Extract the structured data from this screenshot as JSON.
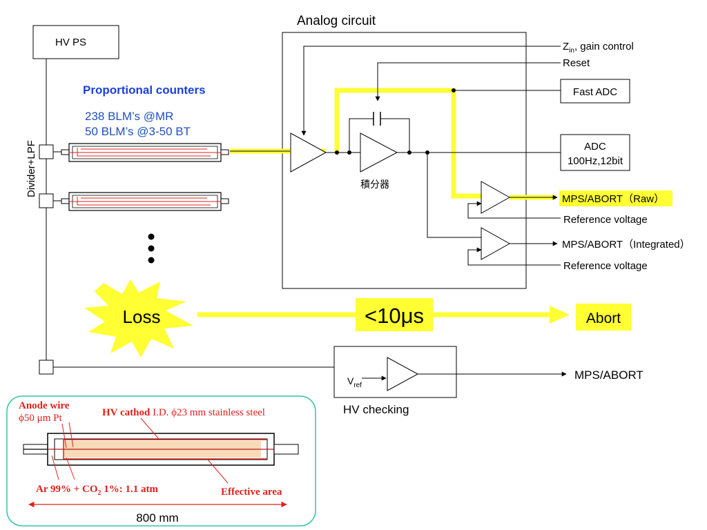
{
  "hv_ps": "HV PS",
  "divider_lpf": "Divider+LPF",
  "proportional_counters": "Proportional counters",
  "blm_mr": "238 BLM’s @MR",
  "blm_bt": "50 BLM’s @3-50 BT",
  "analog_circuit": "Analog circuit",
  "zin_main": "Z",
  "zin_sub": "in",
  "zin_rest": ", gain control",
  "reset": "Reset",
  "fast_adc": "Fast ADC",
  "adc_line1": "ADC",
  "adc_line2": "100Hz,12bit",
  "integrator": "積分器",
  "mps_raw": "MPS/ABORT（Raw）",
  "reference_voltage_1": "Reference voltage",
  "mps_integrated": "MPS/ABORT（Integrated）",
  "reference_voltage_2": "Reference voltage",
  "loss": "Loss",
  "time_label": "<10μs",
  "abort": "Abort",
  "vref_main": "V",
  "vref_sub": "ref",
  "hv_checking": "HV checking",
  "mps_abort_hv": "MPS/ABORT",
  "anode_wire_1": "Anode wire",
  "anode_wire_2": "ϕ50 μm Pt",
  "hv_cathode_bold": "HV cathod",
  "hv_cathode_rest": " I.D. ϕ23 mm stainless steel",
  "gas_mix_pre": "Ar 99% + CO",
  "gas_mix_sub": "2",
  "gas_mix_post": " 1%: 1.1 atm",
  "effective_area": "Effective area",
  "length": "800 mm",
  "colors": {
    "highlight": "#ffff33",
    "blue_title": "#1a3fe0",
    "blue_text": "#1f4fbf",
    "red": "#e0201b",
    "teal_frame": "#33c6a6",
    "effective_fill": "#f8d9b8"
  },
  "icons": {
    "loss_burst": "starburst-icon",
    "counter_tube": "proportional-counter-icon",
    "amplifier": "triangle-amplifier-icon",
    "capacitor": "capacitor-icon"
  }
}
